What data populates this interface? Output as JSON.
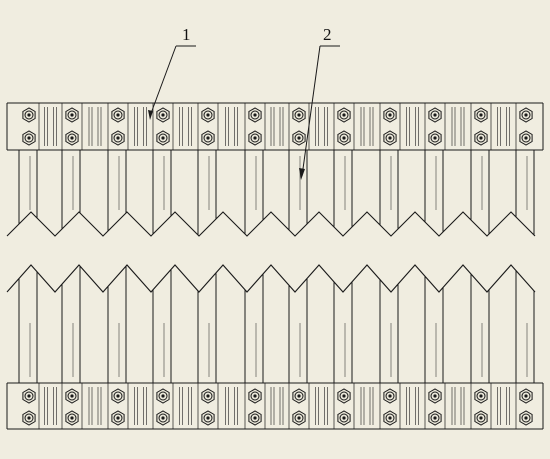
{
  "colors": {
    "paper": "#f0ede0",
    "line": "#1a1a1a",
    "bolt_fill": "#e9e6d8"
  },
  "callouts": {
    "label_1": "1",
    "label_2": "2"
  },
  "bands": [
    {
      "bolt_columns": 12,
      "bolt_rows": 2
    },
    {
      "bolt_columns": 12,
      "bolt_rows": 2
    }
  ]
}
